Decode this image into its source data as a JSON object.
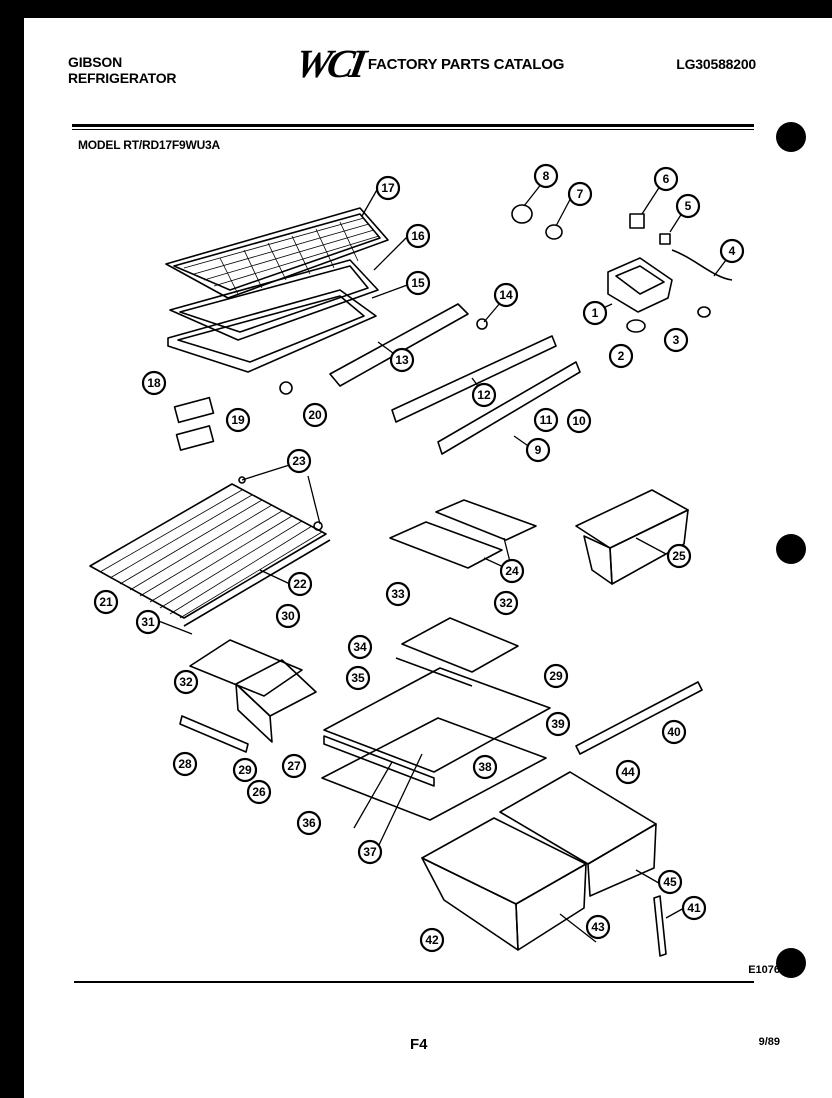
{
  "header": {
    "brand_line1": "GIBSON",
    "brand_line2": "REFRIGERATOR",
    "logo_text": "WCI",
    "catalog_title": "FACTORY PARTS CATALOG",
    "doc_number": "LG30588200"
  },
  "model_line": "MODEL RT/RD17F9WU3A",
  "callouts": [
    "1",
    "2",
    "3",
    "4",
    "5",
    "6",
    "7",
    "8",
    "9",
    "10",
    "11",
    "12",
    "13",
    "14",
    "15",
    "16",
    "17",
    "18",
    "19",
    "20",
    "21",
    "22",
    "23",
    "24",
    "25",
    "26",
    "27",
    "28",
    "29",
    "30",
    "31",
    "32",
    "32",
    "33",
    "34",
    "35",
    "36",
    "37",
    "38",
    "39",
    "40",
    "41",
    "42",
    "43",
    "44",
    "45",
    "29"
  ],
  "footer": {
    "drawing_number": "E1076",
    "page_label": "F4",
    "date": "9/89"
  }
}
